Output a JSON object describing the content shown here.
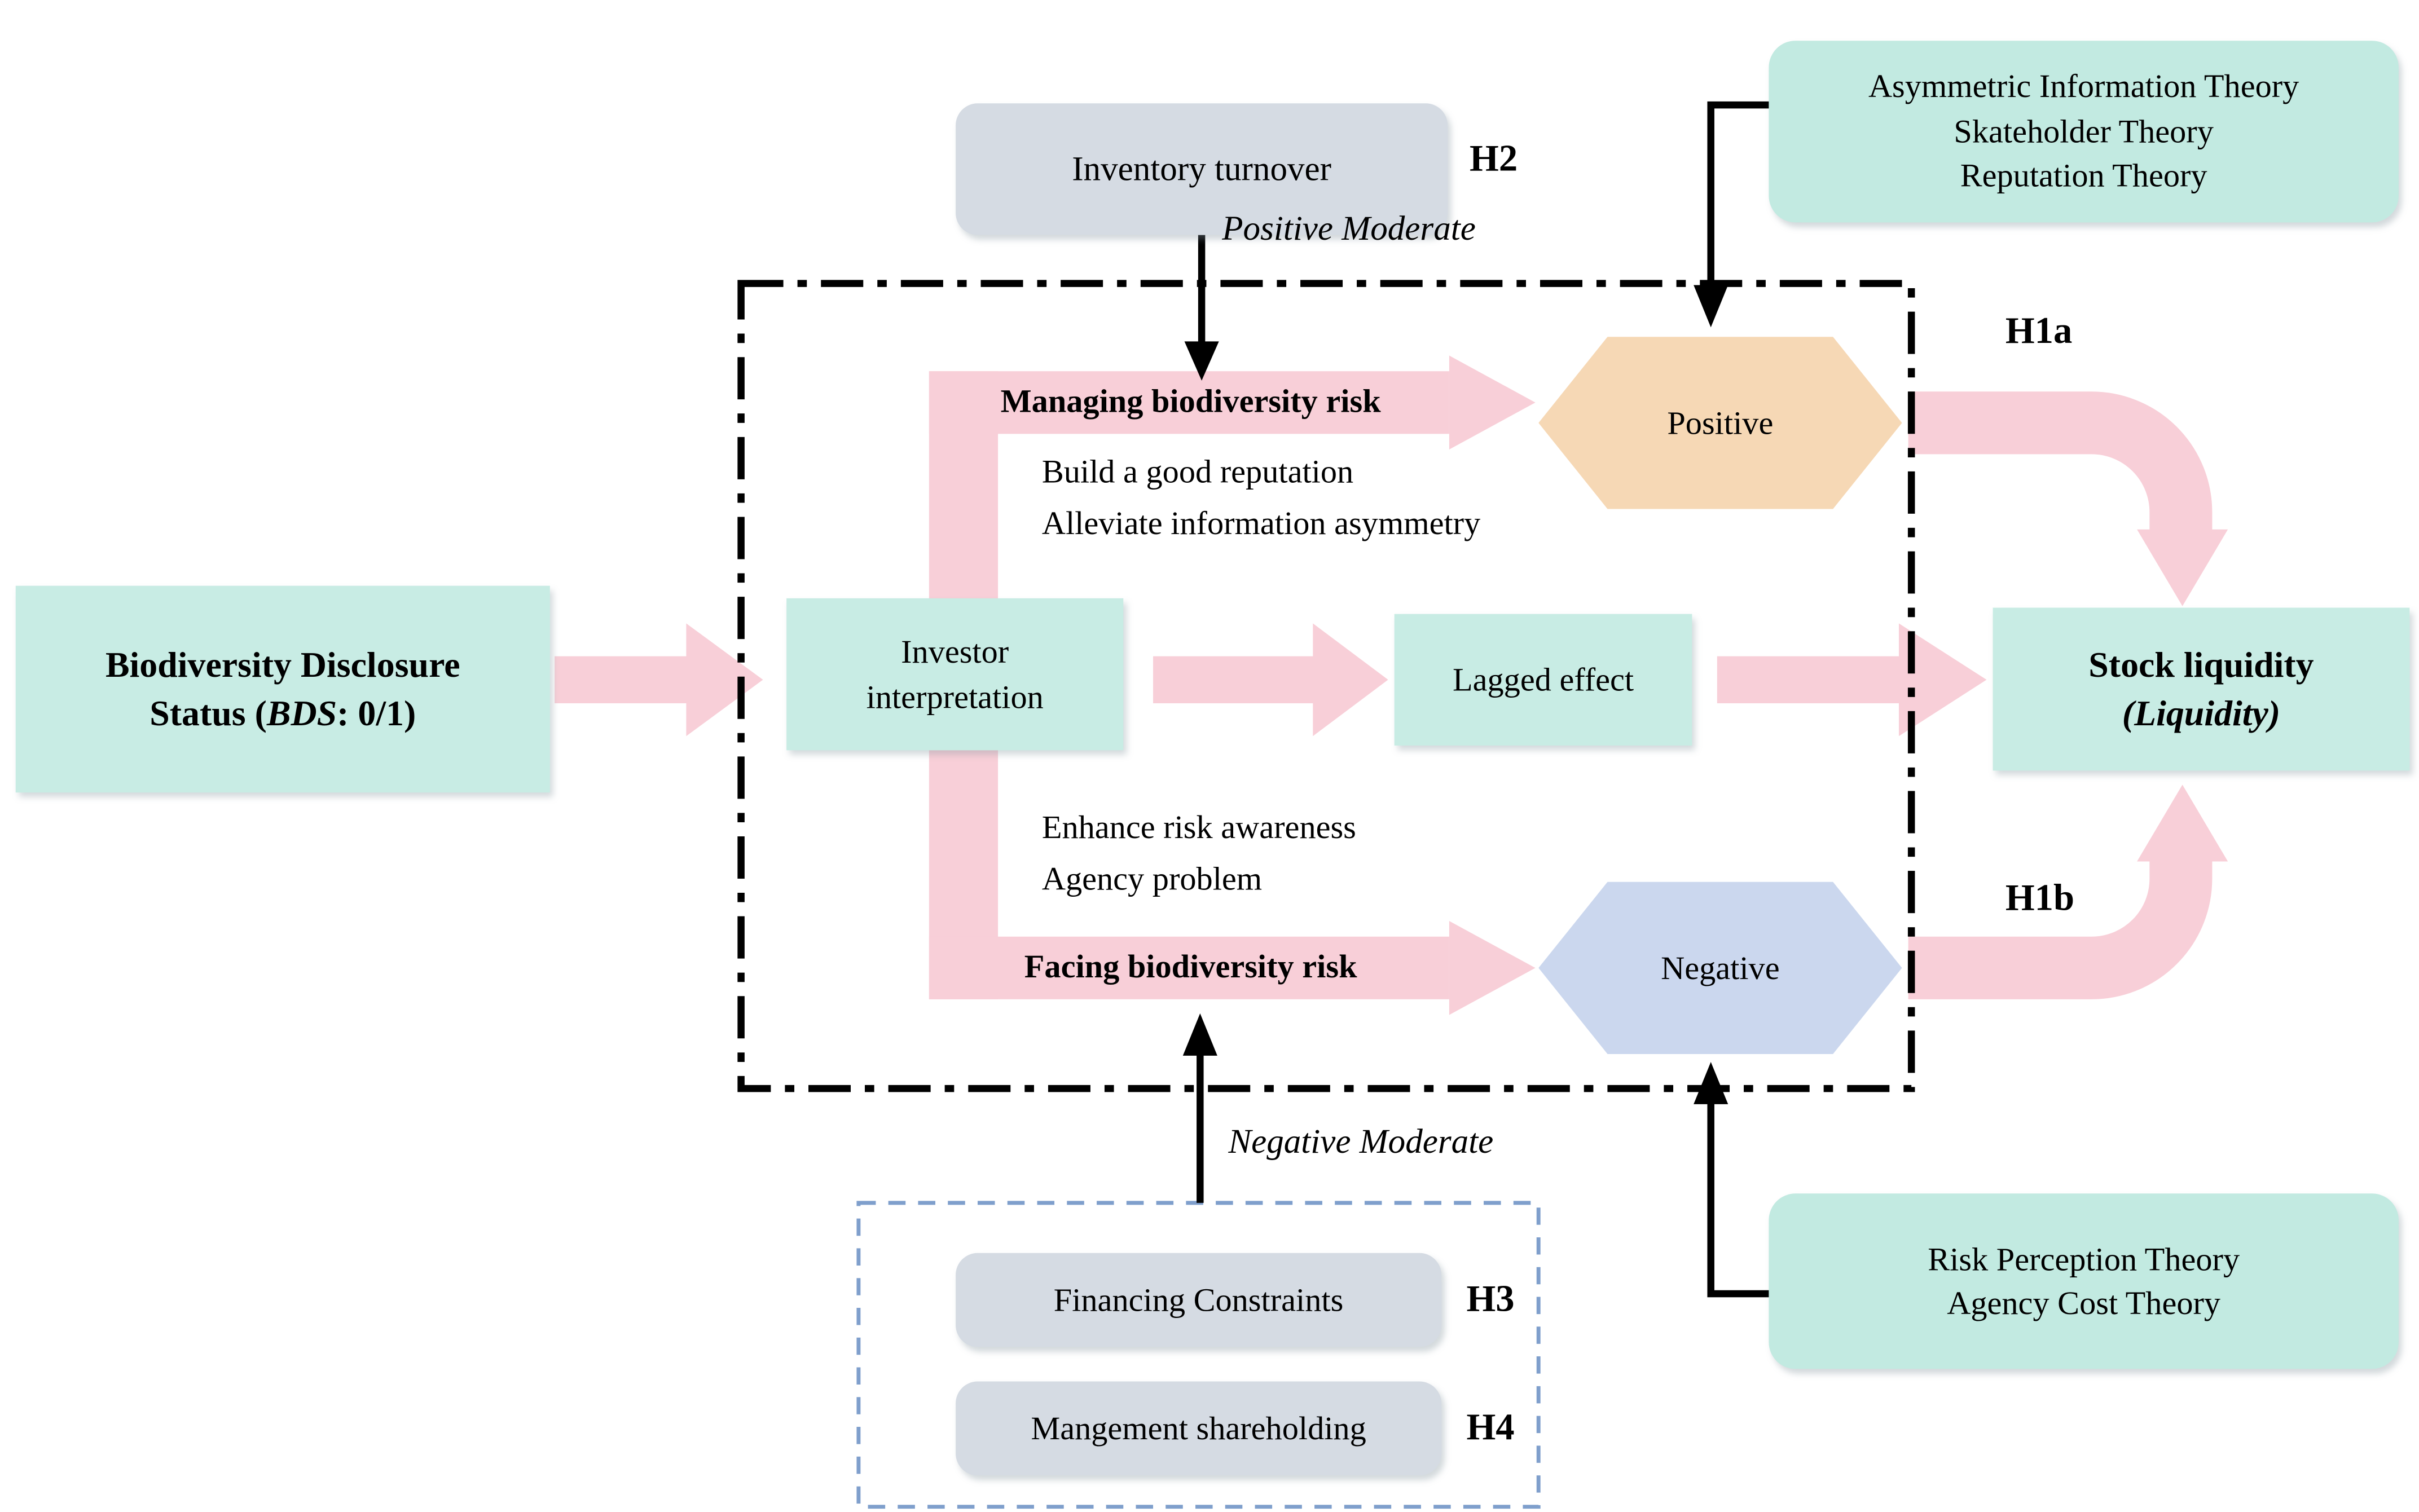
{
  "figure": {
    "description": "Conceptual framework diagram linking biodiversity disclosure status to stock liquidity"
  },
  "colors": {
    "teal_box": "#c8ece4",
    "teal_rounded_box": "#c2eae1",
    "gray_box": "#d5dbe3",
    "pink_arrow": "#f8cfd8",
    "positive_hexagon": "#f6d8b5",
    "negative_hexagon": "#cbd7ee",
    "dashed_blue_border": "#7f9fcc",
    "line_black": "#000000"
  },
  "boxes": {
    "bds": {
      "line1": "Biodiversity Disclosure",
      "line2_prefix": "Status (",
      "line2_italic": "BDS",
      "line2_suffix": ": 0/1)"
    },
    "inventory": "Inventory turnover",
    "theory_top": [
      "Asymmetric Information Theory",
      "Skateholder Theory",
      "Reputation Theory"
    ],
    "investor": [
      "Investor",
      "interpretation"
    ],
    "lagged": "Lagged effect",
    "stock": {
      "line1": "Stock liquidity",
      "line2": "(Liquidity)"
    },
    "financing": "Financing Constraints",
    "management": "Mangement shareholding",
    "theory_bottom": [
      "Risk Perception Theory",
      "Agency Cost Theory"
    ]
  },
  "hexagons": {
    "positive": "Positive",
    "negative": "Negative"
  },
  "hypotheses": {
    "h1a": "H1a",
    "h1b": "H1b",
    "h2": "H2",
    "h3": "H3",
    "h4": "H4"
  },
  "moderators": {
    "positive": "Positive Moderate",
    "negative": "Negative Moderate"
  },
  "paths": {
    "managing": "Managing biodiversity risk",
    "managing_notes": [
      "Build a good reputation",
      "Alleviate information asymmetry"
    ],
    "facing": "Facing biodiversity risk",
    "facing_notes": [
      "Enhance risk awareness",
      "Agency problem"
    ]
  }
}
